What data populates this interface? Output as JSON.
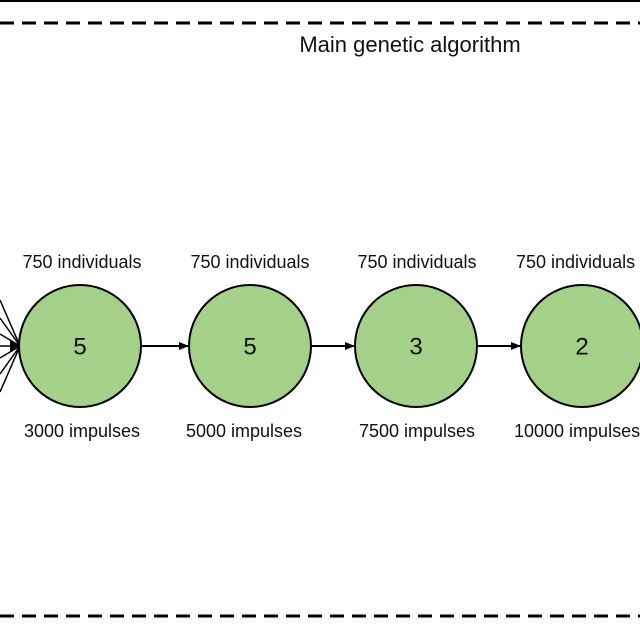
{
  "title": "Main genetic algorithm",
  "colors": {
    "node_fill": "#a4d08a",
    "stroke": "#000000",
    "background": "#ffffff"
  },
  "stages": [
    {
      "value": "5",
      "individuals": "750 individuals",
      "impulses": "3000 impulses"
    },
    {
      "value": "5",
      "individuals": "750 individuals",
      "impulses": "5000 impulses"
    },
    {
      "value": "3",
      "individuals": "750 individuals",
      "impulses": "7500 impulses"
    },
    {
      "value": "2",
      "individuals": "750 individuals",
      "impulses": "10000 impulses"
    }
  ]
}
